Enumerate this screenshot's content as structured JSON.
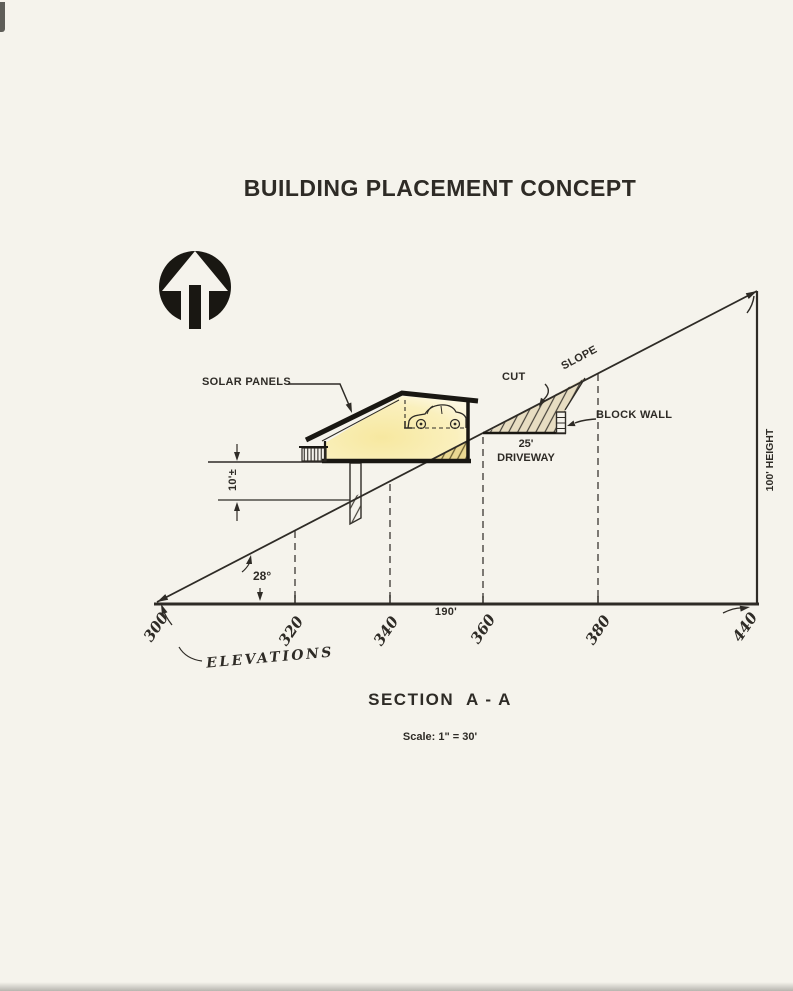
{
  "page": {
    "title": "BUILDING PLACEMENT CONCEPT",
    "section_label": "SECTION  A - A",
    "scale_label": "Scale: 1\" = 30'"
  },
  "diagram": {
    "labels": {
      "solar_panels": "SOLAR PANELS",
      "cut": "CUT",
      "slope": "SLOPE",
      "block_wall": "BLOCK WALL",
      "driveway_distance": "25'",
      "driveway": "DRIVEWAY",
      "floor_height": "10'±",
      "slope_angle": "28°",
      "baseline_span": "190'",
      "right_height": "100' HEIGHT",
      "elevations_caption": "ELEVATIONS"
    },
    "elevations": [
      "300",
      "320",
      "340",
      "360",
      "380",
      "440"
    ],
    "icons": {
      "north_arrow": "north-arrow-icon"
    },
    "colors": {
      "ink": "#2e2b26",
      "paper": "#f5f3ec",
      "house_fill": "#f8ecab",
      "hatch_tan": "#ead892"
    }
  }
}
